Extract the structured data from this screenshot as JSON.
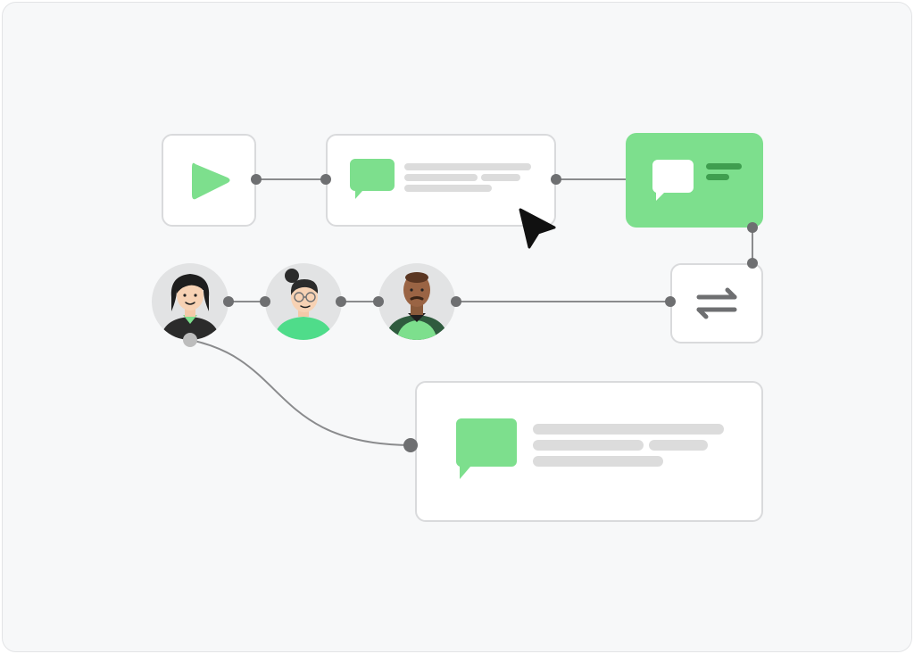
{
  "diagram": {
    "nodes": [
      {
        "id": "start",
        "kind": "trigger",
        "icon": "play-icon"
      },
      {
        "id": "message-1",
        "kind": "message",
        "icon": "chat-bubble-icon"
      },
      {
        "id": "message-2",
        "kind": "message-active",
        "icon": "chat-bubble-icon"
      },
      {
        "id": "route",
        "kind": "switch",
        "icon": "swap-arrows-icon"
      },
      {
        "id": "agent-1",
        "kind": "avatar",
        "icon": "person-icon"
      },
      {
        "id": "agent-2",
        "kind": "avatar",
        "icon": "person-icon"
      },
      {
        "id": "agent-3",
        "kind": "avatar",
        "icon": "person-icon"
      },
      {
        "id": "message-3",
        "kind": "message",
        "icon": "chat-bubble-icon"
      }
    ],
    "edges": [
      {
        "from": "start",
        "to": "message-1"
      },
      {
        "from": "message-1",
        "to": "message-2"
      },
      {
        "from": "message-2",
        "to": "route"
      },
      {
        "from": "route",
        "to": "agent-3"
      },
      {
        "from": "agent-3",
        "to": "agent-2"
      },
      {
        "from": "agent-2",
        "to": "agent-1"
      },
      {
        "from": "agent-1",
        "to": "message-3"
      }
    ],
    "colors": {
      "accent": "#7ddf8d",
      "accent_dark": "#3f9e4f",
      "connector": "#8a8b8d",
      "connector_dot": "#6e6f71",
      "skeleton": "#dcdcdc",
      "card_border": "#d9dadc",
      "background": "#f7f8f9"
    },
    "cursor_icon": "mouse-pointer-icon"
  }
}
